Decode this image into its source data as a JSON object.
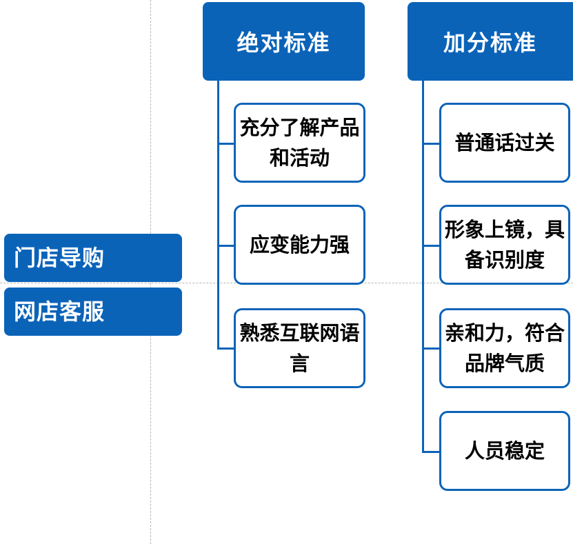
{
  "left_labels": [
    "门店导购",
    "网店客服"
  ],
  "columns": [
    {
      "header": "绝对标准",
      "items": [
        "充分了解产品和活动",
        "应变能力强",
        "熟悉互联网语言"
      ]
    },
    {
      "header": "加分标准",
      "items": [
        "普通话过关",
        "形象上镜，具备识别度",
        "亲和力，符合品牌气质",
        "人员稳定"
      ]
    }
  ],
  "colors": {
    "primary": "#0b63b8",
    "box_bg": "#ffffff",
    "text": "#000000"
  }
}
